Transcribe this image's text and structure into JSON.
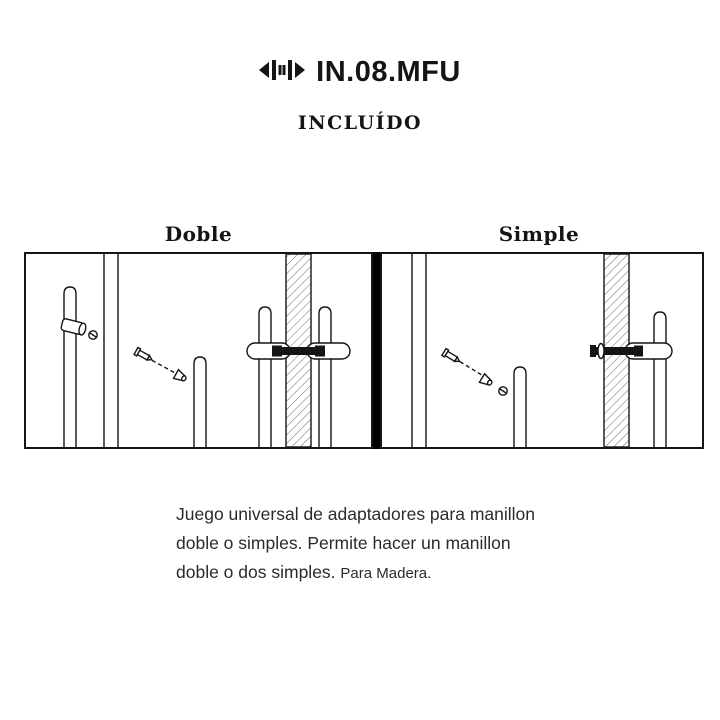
{
  "header": {
    "logo_icon": "handle-brand-icon",
    "title": "IN.08.MFU",
    "subtitle": "INCLUÍDO"
  },
  "diagram": {
    "panels": [
      {
        "label": "Doble",
        "drawing": "double-handle-adapter-exploded-view"
      },
      {
        "label": "Simple",
        "drawing": "single-handle-adapter-exploded-view"
      }
    ]
  },
  "description": {
    "line1": "Juego universal de adaptadores para manillon",
    "line2": "doble o simples. Permite hacer un manillon",
    "line3": "doble o dos simples.",
    "note": "Para Madera."
  },
  "colors": {
    "ink": "#151515",
    "paper": "#ffffff",
    "text": "#2b2b2b"
  }
}
